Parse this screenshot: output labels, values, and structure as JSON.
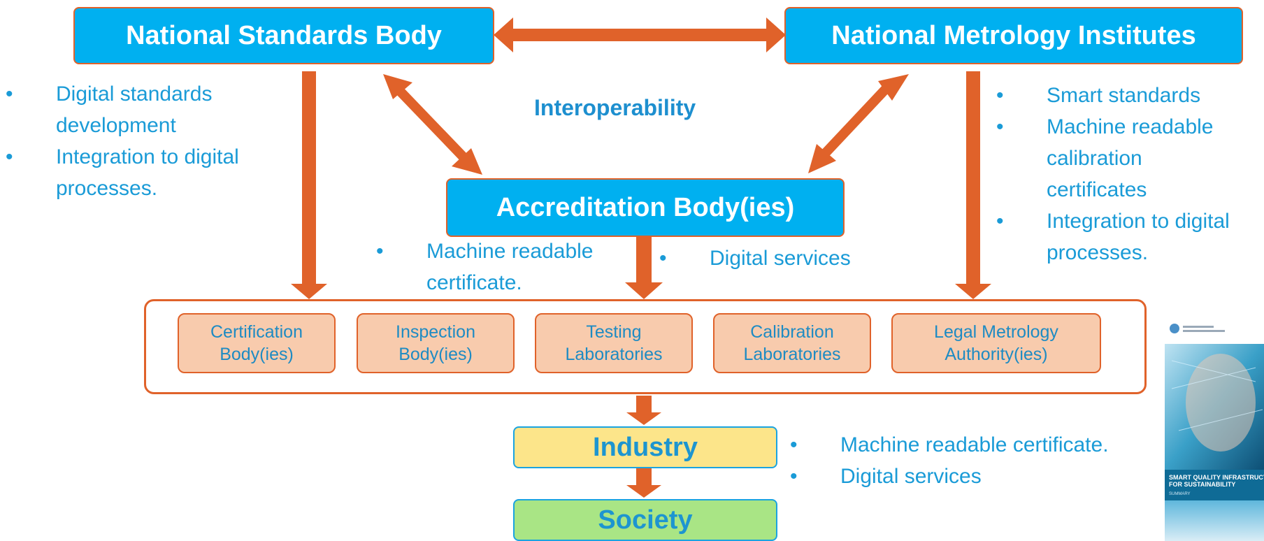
{
  "boxes": {
    "nsb": "National Standards Body",
    "nmi": "National Metrology Institutes",
    "ab": "Accreditation Body(ies)",
    "industry": "Industry",
    "society": "Society"
  },
  "interoperability": "Interoperability",
  "inner_boxes": [
    {
      "line1": "Certification",
      "line2": "Body(ies)"
    },
    {
      "line1": "Inspection",
      "line2": "Body(ies)"
    },
    {
      "line1": "Testing",
      "line2": "Laboratories"
    },
    {
      "line1": "Calibration",
      "line2": "Laboratories"
    },
    {
      "line1": "Legal Metrology",
      "line2": "Authority(ies)"
    }
  ],
  "bullets": {
    "nsb": [
      "Digital standards development",
      "Integration to digital processes."
    ],
    "nmi": [
      "Smart standards",
      "Machine readable calibration certificates",
      "Integration to digital processes."
    ],
    "ab_left": [
      "Machine readable certificate."
    ],
    "ab_right": [
      "Digital services"
    ],
    "industry": [
      "Machine readable certificate.",
      "Digital services"
    ]
  },
  "thumbnail": {
    "title": "SMART QUALITY INFRASTRUCTURE FOR SUSTAINABILITY",
    "subtitle": "SUMMARY"
  },
  "colors": {
    "arrow": "#e0622a",
    "main_box": "#00b0f0",
    "inner_box": "#f8cbad",
    "industry": "#fce58a",
    "society": "#a9e585",
    "text_blue": "#1a9bd7"
  }
}
